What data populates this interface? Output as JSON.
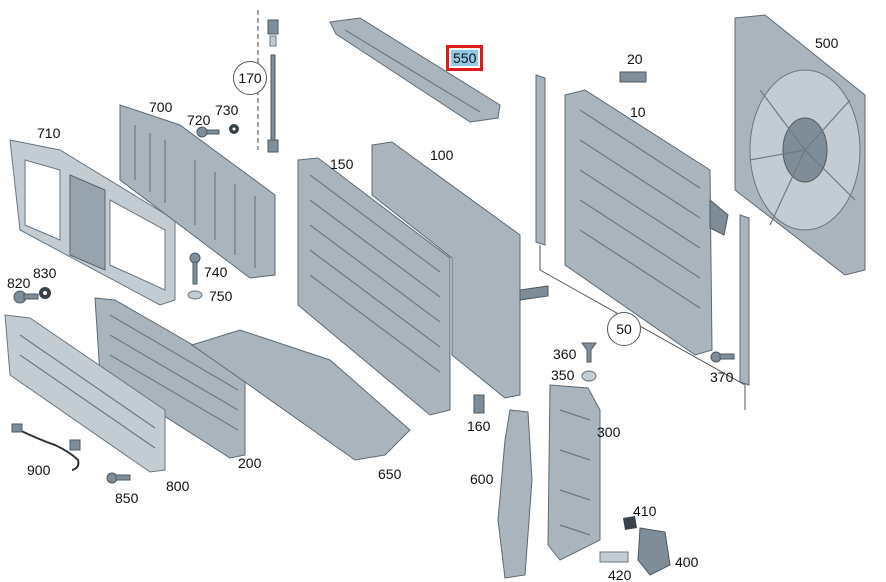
{
  "diagram": {
    "callouts": [
      {
        "id": "170",
        "text": "170",
        "circled": true
      },
      {
        "id": "550",
        "text": "550",
        "highlighted": true
      },
      {
        "id": "20",
        "text": "20"
      },
      {
        "id": "500",
        "text": "500"
      },
      {
        "id": "700",
        "text": "700"
      },
      {
        "id": "720",
        "text": "720"
      },
      {
        "id": "730",
        "text": "730"
      },
      {
        "id": "710",
        "text": "710"
      },
      {
        "id": "150",
        "text": "150"
      },
      {
        "id": "100",
        "text": "100"
      },
      {
        "id": "10",
        "text": "10"
      },
      {
        "id": "820",
        "text": "820"
      },
      {
        "id": "830",
        "text": "830"
      },
      {
        "id": "740",
        "text": "740"
      },
      {
        "id": "750",
        "text": "750"
      },
      {
        "id": "50",
        "text": "50",
        "circled": true
      },
      {
        "id": "360",
        "text": "360"
      },
      {
        "id": "350",
        "text": "350"
      },
      {
        "id": "370",
        "text": "370"
      },
      {
        "id": "160",
        "text": "160"
      },
      {
        "id": "300",
        "text": "300"
      },
      {
        "id": "200",
        "text": "200"
      },
      {
        "id": "650",
        "text": "650"
      },
      {
        "id": "900",
        "text": "900"
      },
      {
        "id": "800",
        "text": "800"
      },
      {
        "id": "850",
        "text": "850"
      },
      {
        "id": "600",
        "text": "600"
      },
      {
        "id": "410",
        "text": "410"
      },
      {
        "id": "400",
        "text": "400"
      },
      {
        "id": "420",
        "text": "420"
      }
    ],
    "colors": {
      "part": "#a9b4bd",
      "outline": "#5d6b76",
      "highlight_fill": "#8fc9e6",
      "highlight_border": "#e01b1b"
    }
  }
}
